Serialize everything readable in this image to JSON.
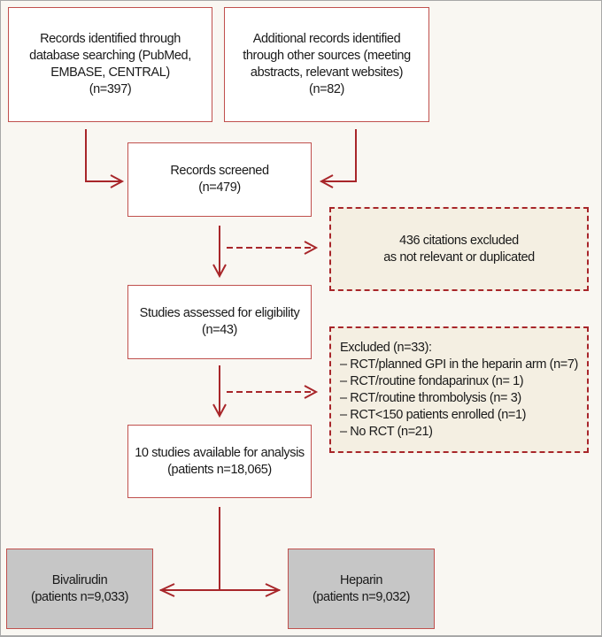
{
  "boxes": {
    "db_search": {
      "lines": [
        "Records identified through",
        "database searching (PubMed,",
        "EMBASE, CENTRAL)",
        "(n=397)"
      ]
    },
    "other_sources": {
      "lines": [
        "Additional records identified",
        "through other sources (meeting",
        "abstracts, relevant websites)",
        "(n=82)"
      ]
    },
    "screened": {
      "lines": [
        "Records screened",
        "(n=479)"
      ]
    },
    "excluded_citations": {
      "lines": [
        "436 citations excluded",
        "as not relevant or duplicated"
      ]
    },
    "eligibility": {
      "lines": [
        "Studies assessed for eligibility",
        "(n=43)"
      ]
    },
    "excluded_studies": {
      "lines": [
        "Excluded (n=33):",
        "– RCT/planned GPI in the heparin arm (n=7)",
        "– RCT/routine fondaparinux (n= 1)",
        "– RCT/routine thrombolysis (n= 3)",
        "– RCT<150 patients enrolled (n=1)",
        "– No RCT (n=21)"
      ]
    },
    "analysis": {
      "lines": [
        "10 studies available for analysis",
        "(patients n=18,065)"
      ]
    },
    "bivalirudin": {
      "lines": [
        "Bivalirudin",
        "(patients n=9,033)"
      ]
    },
    "heparin": {
      "lines": [
        "Heparin",
        "(patients n=9,032)"
      ]
    }
  },
  "colors": {
    "arrow": "#a8262a",
    "box_border": "#c0504d",
    "background": "#f9f7f2",
    "excluded_fill": "#f4efe2",
    "arm_fill": "#c6c6c6"
  }
}
